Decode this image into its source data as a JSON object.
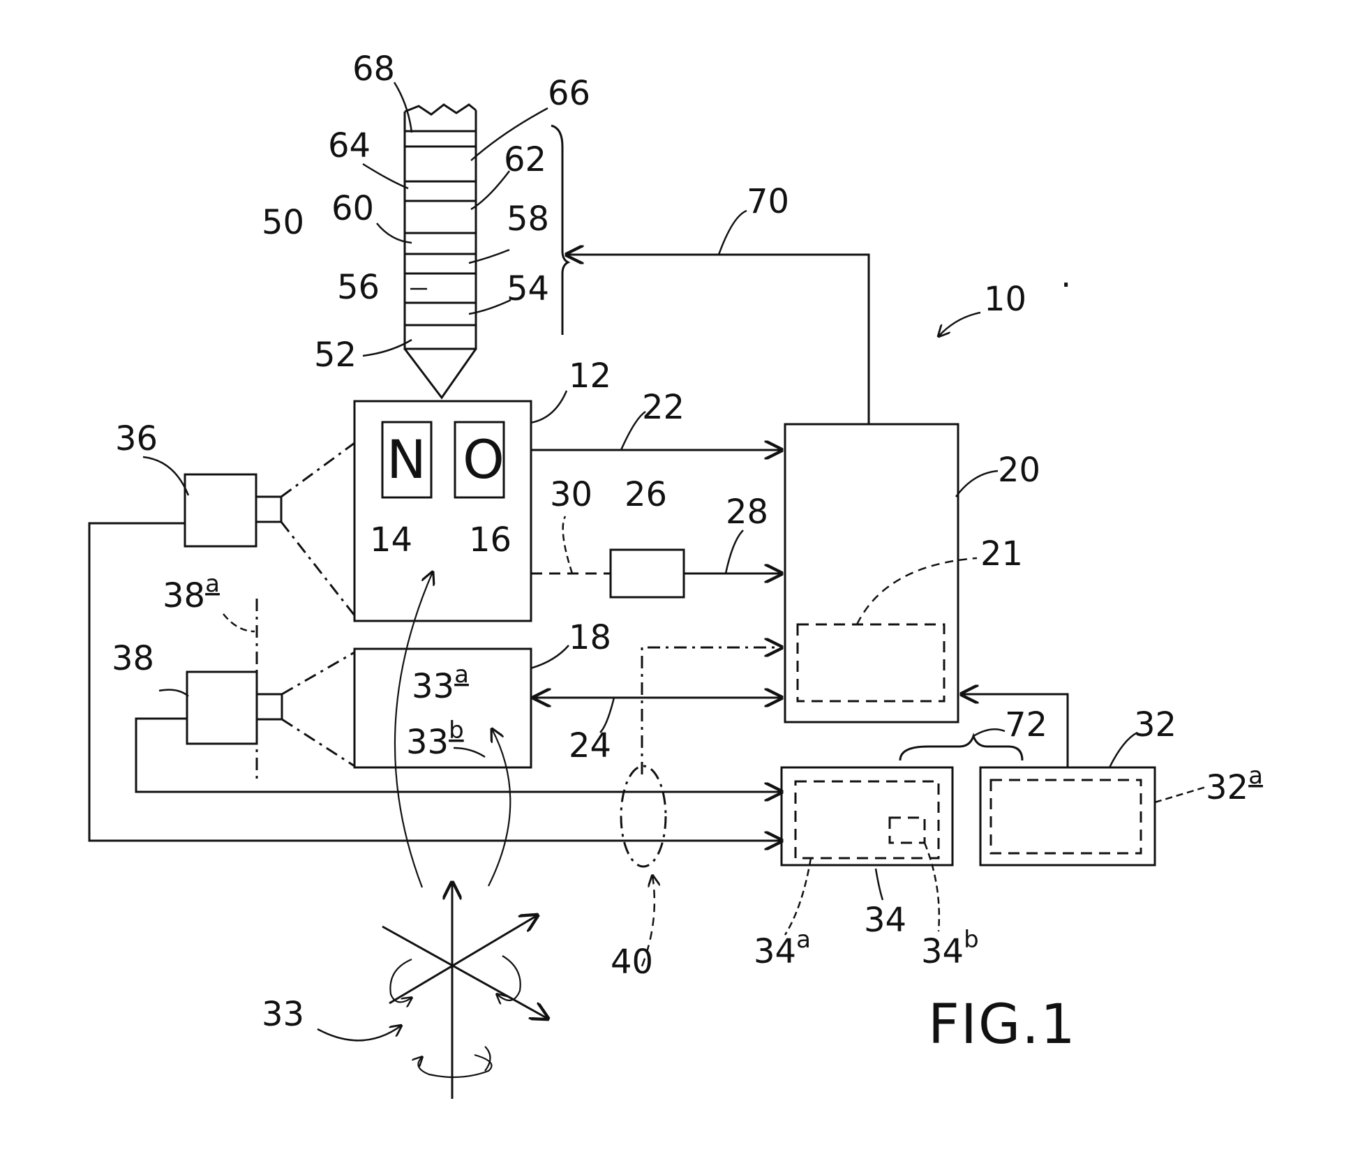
{
  "figure_title": "FIG.1",
  "stack_labels": [
    "68",
    "66",
    "64",
    "62",
    "60",
    "58",
    "56",
    "54",
    "52",
    "50"
  ],
  "system_labels": {
    "n10": "10",
    "n12": "12",
    "n14": "14",
    "n16": "16",
    "n18": "18",
    "n20": "20",
    "n21": "21",
    "n22": "22",
    "n24": "24",
    "n26": "26",
    "n28": "28",
    "n30": "30",
    "n32": "32",
    "n32a_main": "32",
    "n32a_sup": "a",
    "n33": "33",
    "n33a_main": "33",
    "n33a_sup": "a",
    "n33b_main": "33",
    "n33b_sup": "b",
    "n34": "34",
    "n34a_main": "34",
    "n34a_sup": "a",
    "n34b_main": "34",
    "n34b_sup": "b",
    "n36": "36",
    "n38": "38",
    "n38a_main": "38",
    "n38a_sup": "a",
    "n40": "40",
    "n70": "70",
    "n72": "72"
  },
  "display_glyphs": {
    "left": "N",
    "right": "O"
  }
}
